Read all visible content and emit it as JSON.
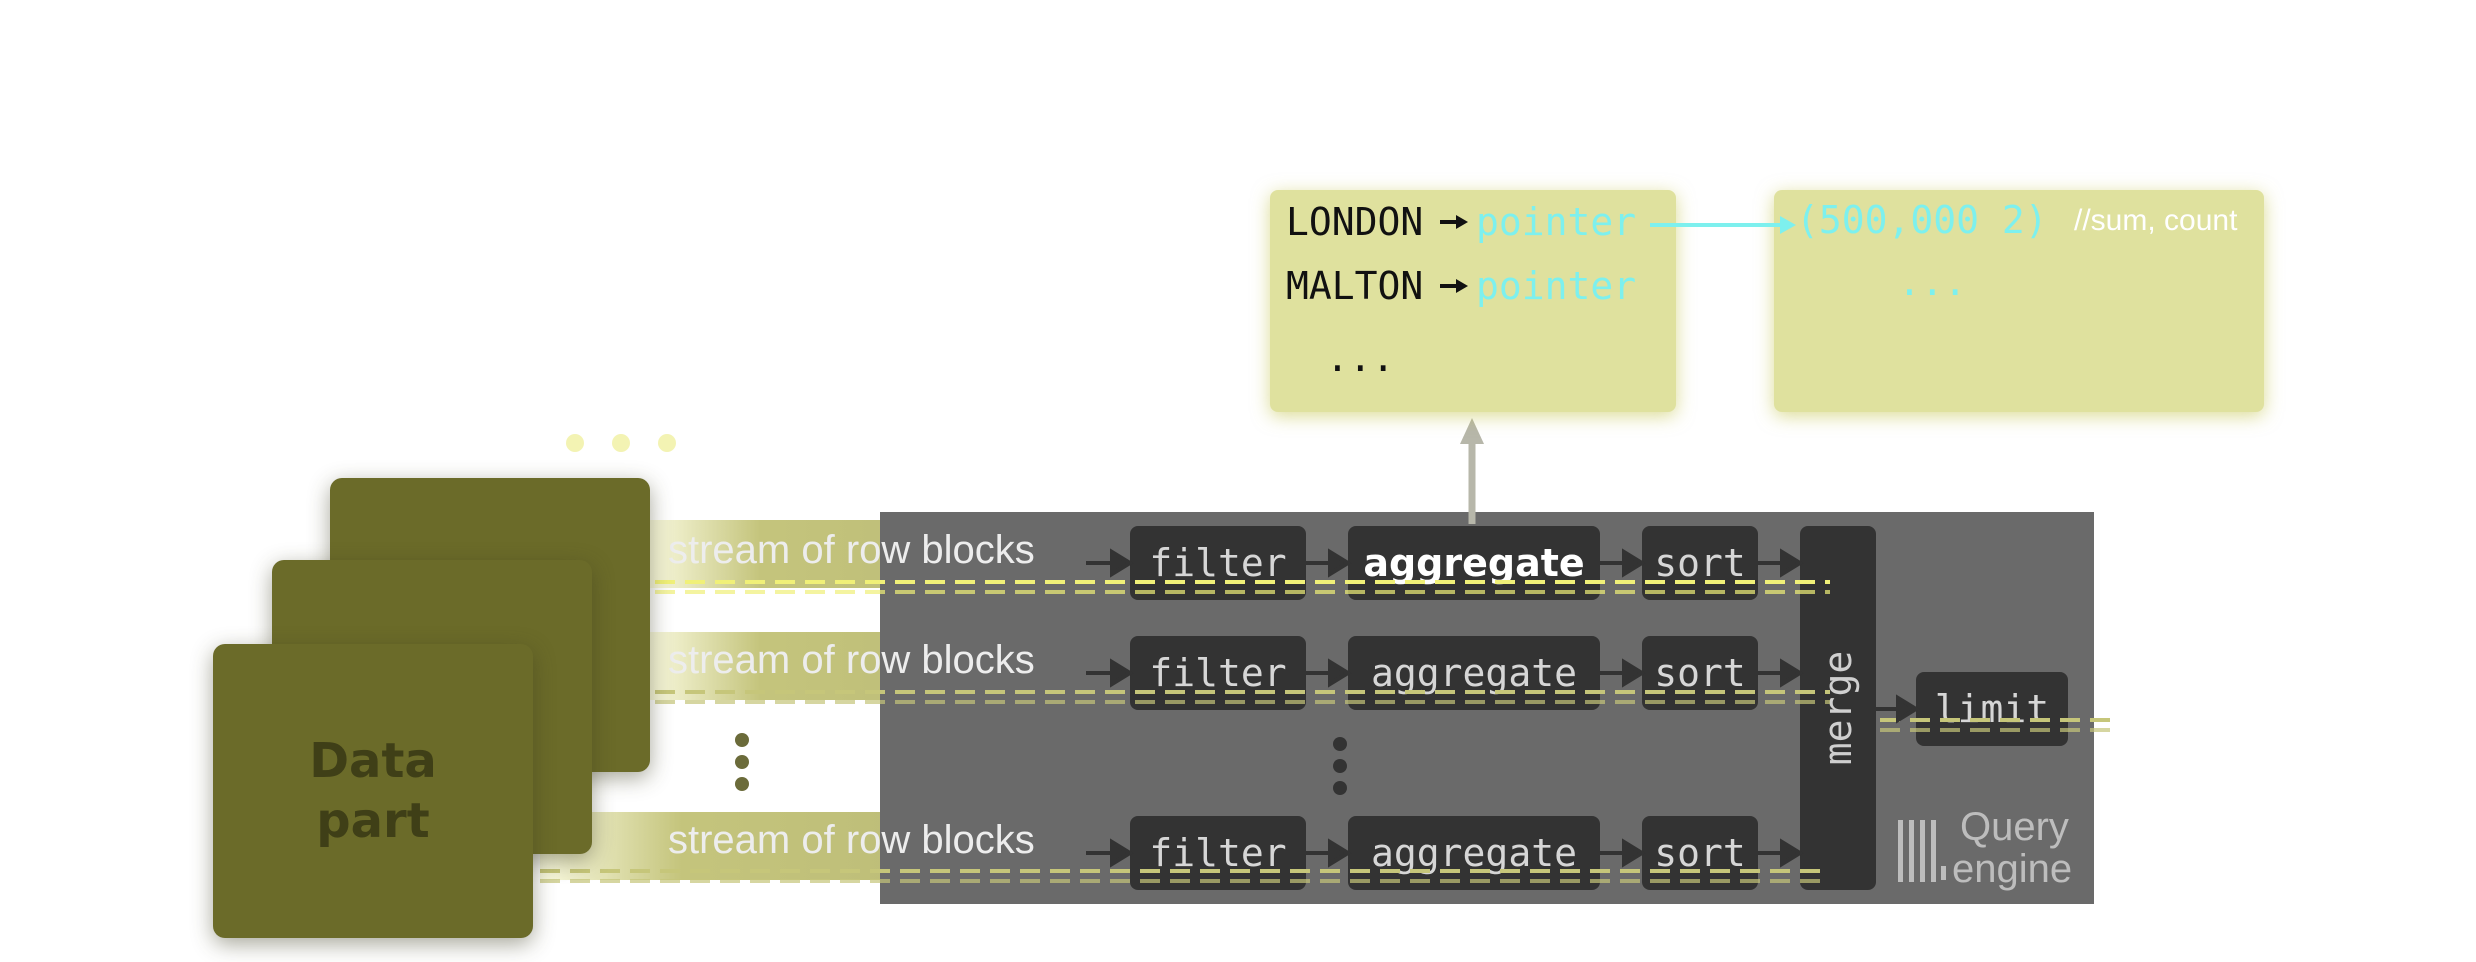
{
  "data_part": {
    "label": "Data\npart"
  },
  "streams": [
    {
      "label": "stream of row blocks",
      "filter": "filter",
      "aggregate": "aggregate",
      "sort": "sort"
    },
    {
      "label": "stream of row blocks",
      "filter": "filter",
      "aggregate": "aggregate",
      "sort": "sort"
    },
    {
      "label": "stream of row blocks",
      "filter": "filter",
      "aggregate": "aggregate",
      "sort": "sort"
    }
  ],
  "merge": "merge",
  "limit": "limit",
  "query_engine": {
    "line1": "Query",
    "line2": "engine"
  },
  "hash_table": {
    "row1_key": "LONDON",
    "row1_value": "pointer",
    "row2_key": "MALTON",
    "row2_value": "pointer",
    "more": "..."
  },
  "aggregate_state": {
    "value": "(500,000 2)",
    "comment": "//sum, count",
    "more": "..."
  },
  "colors": {
    "data_part": "#6b6b29",
    "engine_bg": "#6a6a6a",
    "operator_box": "#333333",
    "hash_table_bg": "#dfe19e",
    "pointer_text": "#7df0ee",
    "accent_yellow": "#f0f078"
  }
}
